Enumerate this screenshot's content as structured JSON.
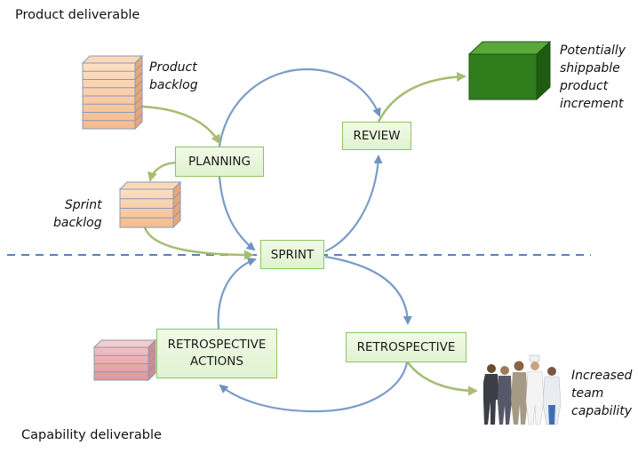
{
  "corner_labels": {
    "top": "Product deliverable",
    "bottom": "Capability deliverable"
  },
  "boxes": {
    "planning": "PLANNING",
    "review": "REVIEW",
    "sprint": "SPRINT",
    "retrospective": "RETROSPECTIVE",
    "retrospective_actions": "RETROSPECTIVE ACTIONS"
  },
  "notes": {
    "product_backlog": "Product\nbacklog",
    "sprint_backlog": "Sprint\nbacklog",
    "increment": "Potentially\nshippable\nproduct\nincrement",
    "team": "Increased\nteam\ncapability"
  },
  "colors": {
    "cycle_arrow": "#7b9cc8",
    "deliverable_arrow": "#a7bd72",
    "box_fill": "#e6f4d8",
    "box_border": "#8cc464",
    "product_backlog_stack": "#f9c79f",
    "sprint_backlog_stack": "#f9c79f",
    "retro_actions_stack": "#e8a0a3",
    "increment_cube": "#2f7d1c",
    "divider": "#5b82b8"
  },
  "icons": {
    "product_backlog": "stacked-blocks-icon",
    "sprint_backlog": "stacked-blocks-icon",
    "retro_actions": "stacked-blocks-icon",
    "increment": "green-cube-icon",
    "team": "people-group-icon"
  }
}
